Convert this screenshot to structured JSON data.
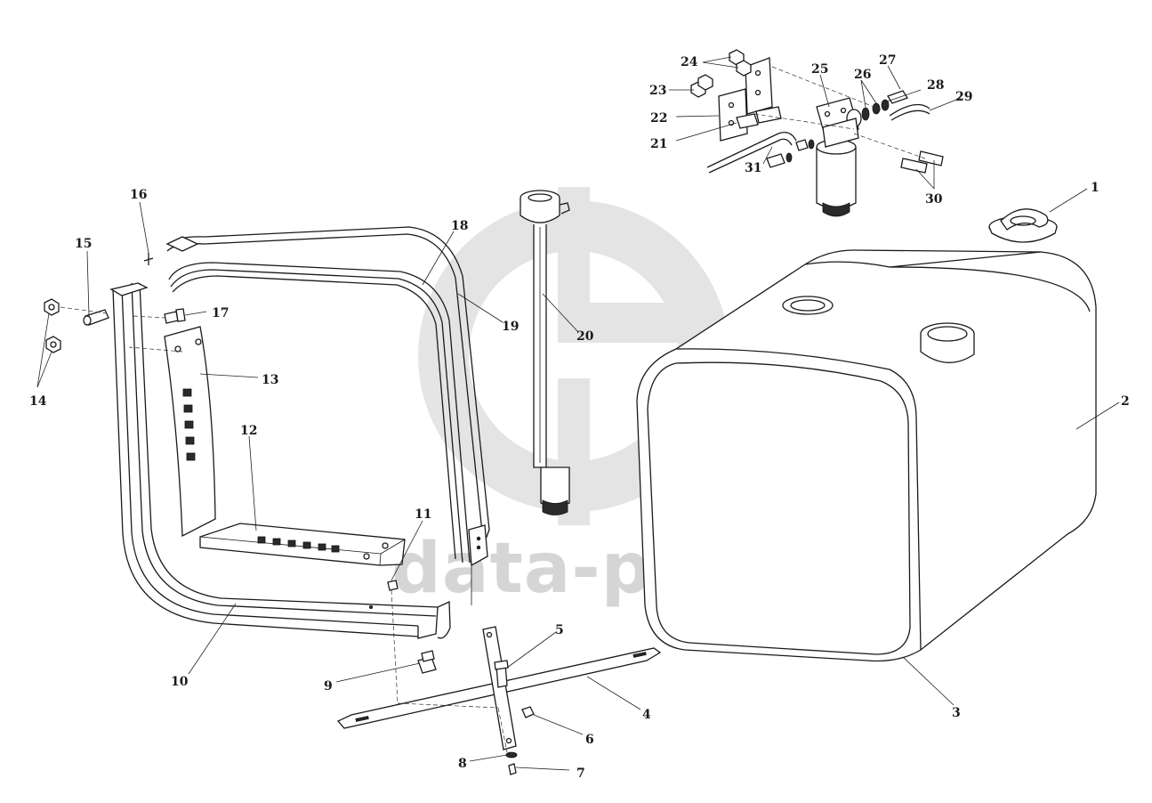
{
  "watermark": {
    "text": "data-parts",
    "color": "#c8c8c8"
  },
  "parts": [
    {
      "id": "p1",
      "label": "1"
    },
    {
      "id": "p2",
      "label": "2"
    },
    {
      "id": "p3",
      "label": "3"
    },
    {
      "id": "p4",
      "label": "4"
    },
    {
      "id": "p5",
      "label": "5"
    },
    {
      "id": "p6",
      "label": "6"
    },
    {
      "id": "p7",
      "label": "7"
    },
    {
      "id": "p8",
      "label": "8"
    },
    {
      "id": "p9",
      "label": "9"
    },
    {
      "id": "p10",
      "label": "10"
    },
    {
      "id": "p11",
      "label": "11"
    },
    {
      "id": "p12",
      "label": "12"
    },
    {
      "id": "p13",
      "label": "13"
    },
    {
      "id": "p14",
      "label": "14"
    },
    {
      "id": "p15",
      "label": "15"
    },
    {
      "id": "p16",
      "label": "16"
    },
    {
      "id": "p17",
      "label": "17"
    },
    {
      "id": "p18",
      "label": "18"
    },
    {
      "id": "p19",
      "label": "19"
    },
    {
      "id": "p20",
      "label": "20"
    },
    {
      "id": "p21",
      "label": "21"
    },
    {
      "id": "p22",
      "label": "22"
    },
    {
      "id": "p23",
      "label": "23"
    },
    {
      "id": "p24",
      "label": "24"
    },
    {
      "id": "p25",
      "label": "25"
    },
    {
      "id": "p26",
      "label": "26"
    },
    {
      "id": "p27",
      "label": "27"
    },
    {
      "id": "p28",
      "label": "28"
    },
    {
      "id": "p29",
      "label": "29"
    },
    {
      "id": "p30",
      "label": "30"
    },
    {
      "id": "p31",
      "label": "31"
    }
  ]
}
